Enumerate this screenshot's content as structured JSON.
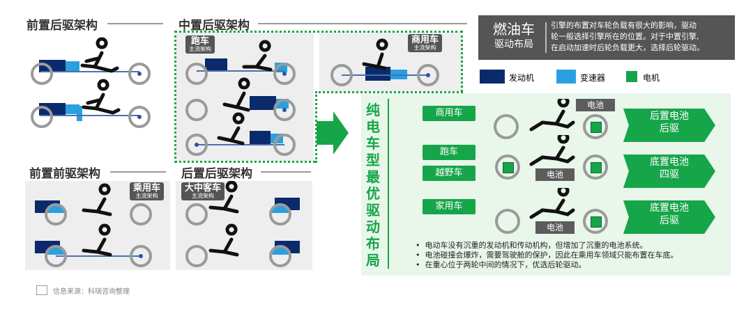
{
  "sections": {
    "front_engine_rwd": {
      "title": "前置后驱架构"
    },
    "mid_engine_rwd": {
      "title": "中置后驱架构"
    },
    "front_engine_fwd": {
      "title": "前置前驱架构"
    },
    "rear_engine_rwd": {
      "title": "后置后驱架构"
    }
  },
  "tags": {
    "sports_car": {
      "title": "跑车",
      "sub": "主流架构"
    },
    "commercial": {
      "title": "商用车",
      "sub": "主流架构"
    },
    "passenger": {
      "title": "乘用车",
      "sub": "主流架构"
    },
    "bus": {
      "title": "大中客车",
      "sub": "主流架构"
    }
  },
  "fuel_box": {
    "title_line1": "燃油车",
    "title_line2": "驱动布局",
    "text_line1": "引擎的布置对车轮负载有很大的影响，驱动",
    "text_line2": "轮一般选择引擎所在的位置。对于中置引擎,",
    "text_line3": "在启动加速时后轮负载更大，选择后轮驱动。"
  },
  "legend": {
    "engine": {
      "label": "发动机",
      "color": "#0b2a6b"
    },
    "transmission": {
      "label": "变速器",
      "color": "#2aa0e0"
    },
    "motor": {
      "label": "电机",
      "color": "#17a54a"
    }
  },
  "ev": {
    "vertical_title": [
      "纯",
      "电",
      "车",
      "型",
      "最",
      "优",
      "驱",
      "动",
      "布",
      "局"
    ],
    "vehicle_types": {
      "commercial": "商用车",
      "sports": "跑车",
      "offroad": "越野车",
      "family": "家用车"
    },
    "battery_label": "电池",
    "results": {
      "rear_battery_line1": "后置电池",
      "rear_battery_line2": "后驱",
      "bottom_battery_line1": "底置电池",
      "bottom_battery_line2": "四驱",
      "bottom_battery_rwd_line1": "底置电池",
      "bottom_battery_rwd_line2": "后驱"
    },
    "bullets": [
      "电动车没有沉重的发动机和传动机构，但增加了沉重的电池系统。",
      "电池碰撞会爆炸，需要驾驶舱的保护，因此在乘用车领域只能布置在车底。",
      "在重心位于两轮中间的情况下，优选后轮驱动。"
    ]
  },
  "footer": {
    "source": "信息来源：科瑞咨询整理"
  },
  "colors": {
    "green": "#17a54a",
    "light_green": "#e9f6ea",
    "dark_gray": "#555555",
    "engine": "#0b2a6b",
    "transmission": "#2aa0e0"
  }
}
